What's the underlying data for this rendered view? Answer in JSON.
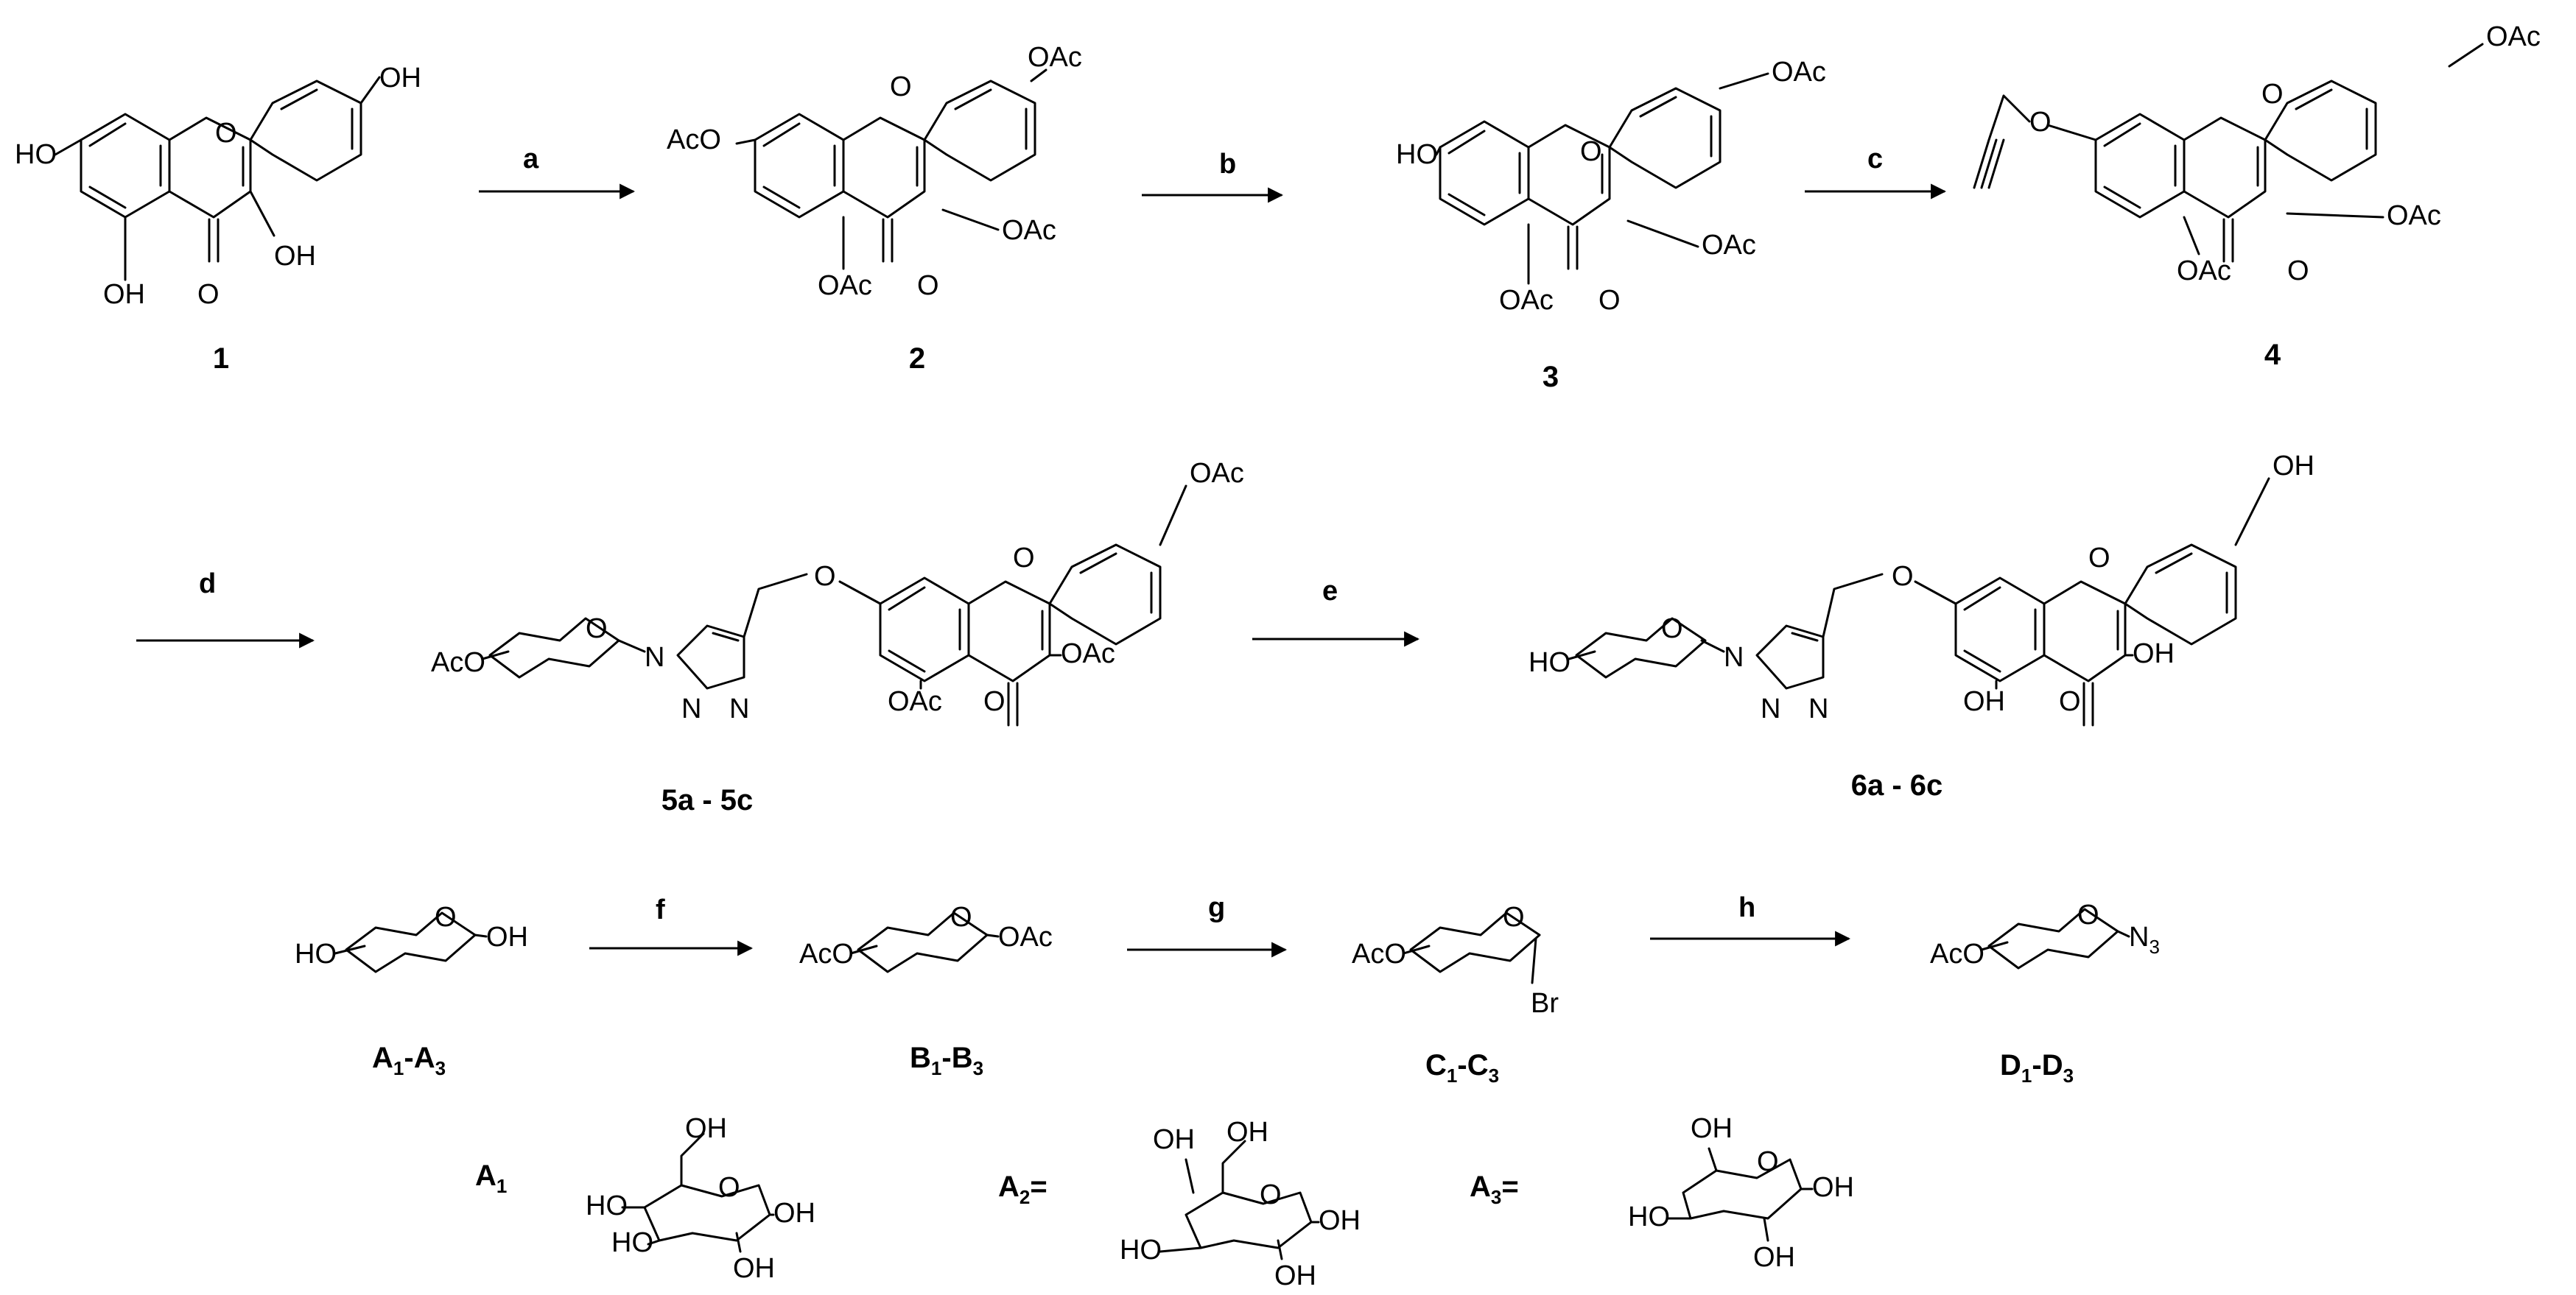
{
  "scheme": {
    "groups": {
      "oh": "OH",
      "ho": "HO",
      "o": "O",
      "oac": "OAc",
      "aco": "AcO",
      "n": "N",
      "br": "Br",
      "n3_main": "N",
      "n3_sub": "3",
      "eq": "="
    },
    "compounds": {
      "c1": "1",
      "c2": "2",
      "c3": "3",
      "c4": "4",
      "c5": "5a - 5c",
      "c6": "6a - 6c",
      "a": {
        "letter": "A",
        "s1": "1",
        "dash": "-",
        "s2": "3"
      },
      "b": {
        "letter": "B",
        "s1": "1",
        "dash": "-",
        "s2": "3"
      },
      "c": {
        "letter": "C",
        "s1": "1",
        "dash": "-",
        "s2": "3"
      },
      "d": {
        "letter": "D",
        "s1": "1",
        "dash": "-",
        "s2": "3"
      },
      "a1": {
        "letter": "A",
        "sub": "1"
      },
      "a2": {
        "letter": "A",
        "sub": "2"
      },
      "a3": {
        "letter": "A",
        "sub": "3"
      }
    },
    "steps": {
      "a": "a",
      "b": "b",
      "c": "c",
      "d": "d",
      "e": "e",
      "f": "f",
      "g": "g",
      "h": "h"
    }
  }
}
